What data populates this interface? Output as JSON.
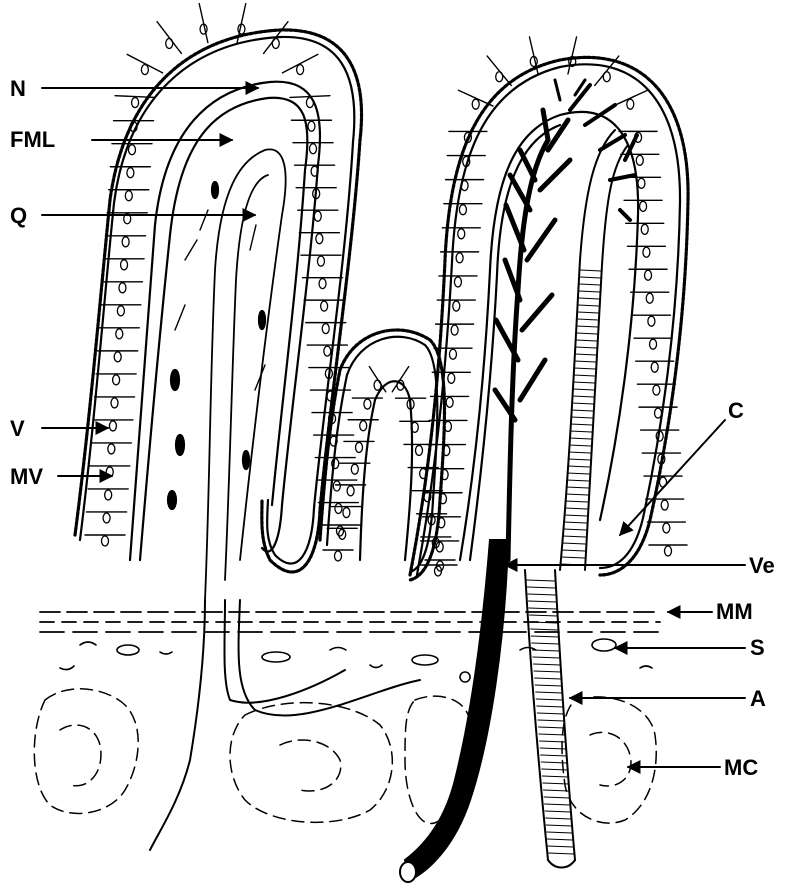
{
  "labels": {
    "N": "N",
    "FML": "FML",
    "Q": "Q",
    "V": "V",
    "MV": "MV",
    "C": "C",
    "Ve": "Ve",
    "MM": "MM",
    "S": "S",
    "A": "A",
    "MC": "MC"
  },
  "colors": {
    "ink": "#000000",
    "paper": "#ffffff"
  }
}
